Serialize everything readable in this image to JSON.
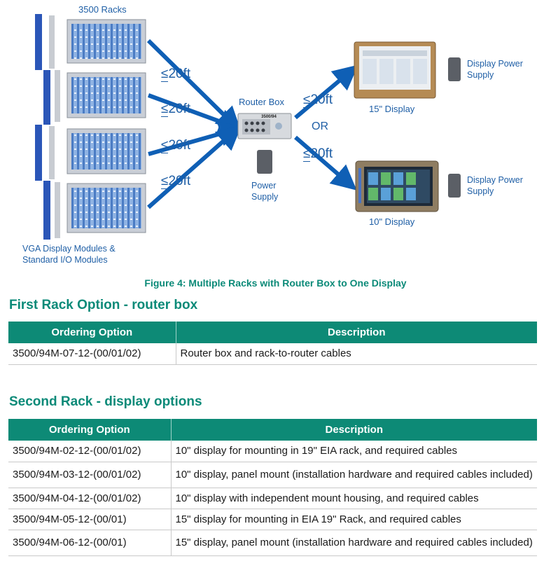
{
  "figure": {
    "racks_label": "3500 Racks",
    "modules_label_line1": "VGA Display Modules &",
    "modules_label_line2": "Standard I/O Modules",
    "router_label": "Router Box",
    "router_device_text": "3500/94",
    "power_supply_line1": "Power",
    "power_supply_line2": "Supply",
    "display_15_label": "15\" Display",
    "display_10_label": "10\" Display",
    "display_power_line1": "Display Power",
    "display_power_line2": "Supply",
    "distance_symbol": "≤",
    "distance_value": "20ft",
    "or_label": "OR",
    "caption": "Figure 4:  Multiple Racks with Router Box to One Display",
    "colors": {
      "arrow": "#0f5fb5",
      "text_blue": "#1f5fa6",
      "accent_teal": "#0b8a78"
    }
  },
  "table1": {
    "title": "First Rack Option - router box",
    "headers": [
      "Ordering Option",
      "Description"
    ],
    "rows": [
      [
        "3500/94M-07-12-(00/01/02)",
        "Router box and rack-to-router cables"
      ]
    ]
  },
  "table2": {
    "title": "Second Rack - display options",
    "headers": [
      "Ordering Option",
      "Description"
    ],
    "rows": [
      [
        "3500/94M-02-12-(00/01/02)",
        "10\" display for mounting in 19\" EIA rack, and required cables"
      ],
      [
        "3500/94M-03-12-(00/01/02)",
        "10\" display, panel mount (installation hardware and required cables included)"
      ],
      [
        "3500/94M-04-12-(00/01/02)",
        "10\" display with independent mount housing, and required cables"
      ],
      [
        "3500/94M-05-12-(00/01)",
        "15\" display for mounting in EIA 19\" Rack, and required cables"
      ],
      [
        "3500/94M-06-12-(00/01)",
        "15\" display, panel mount (installation hardware and required cables included)"
      ]
    ]
  }
}
